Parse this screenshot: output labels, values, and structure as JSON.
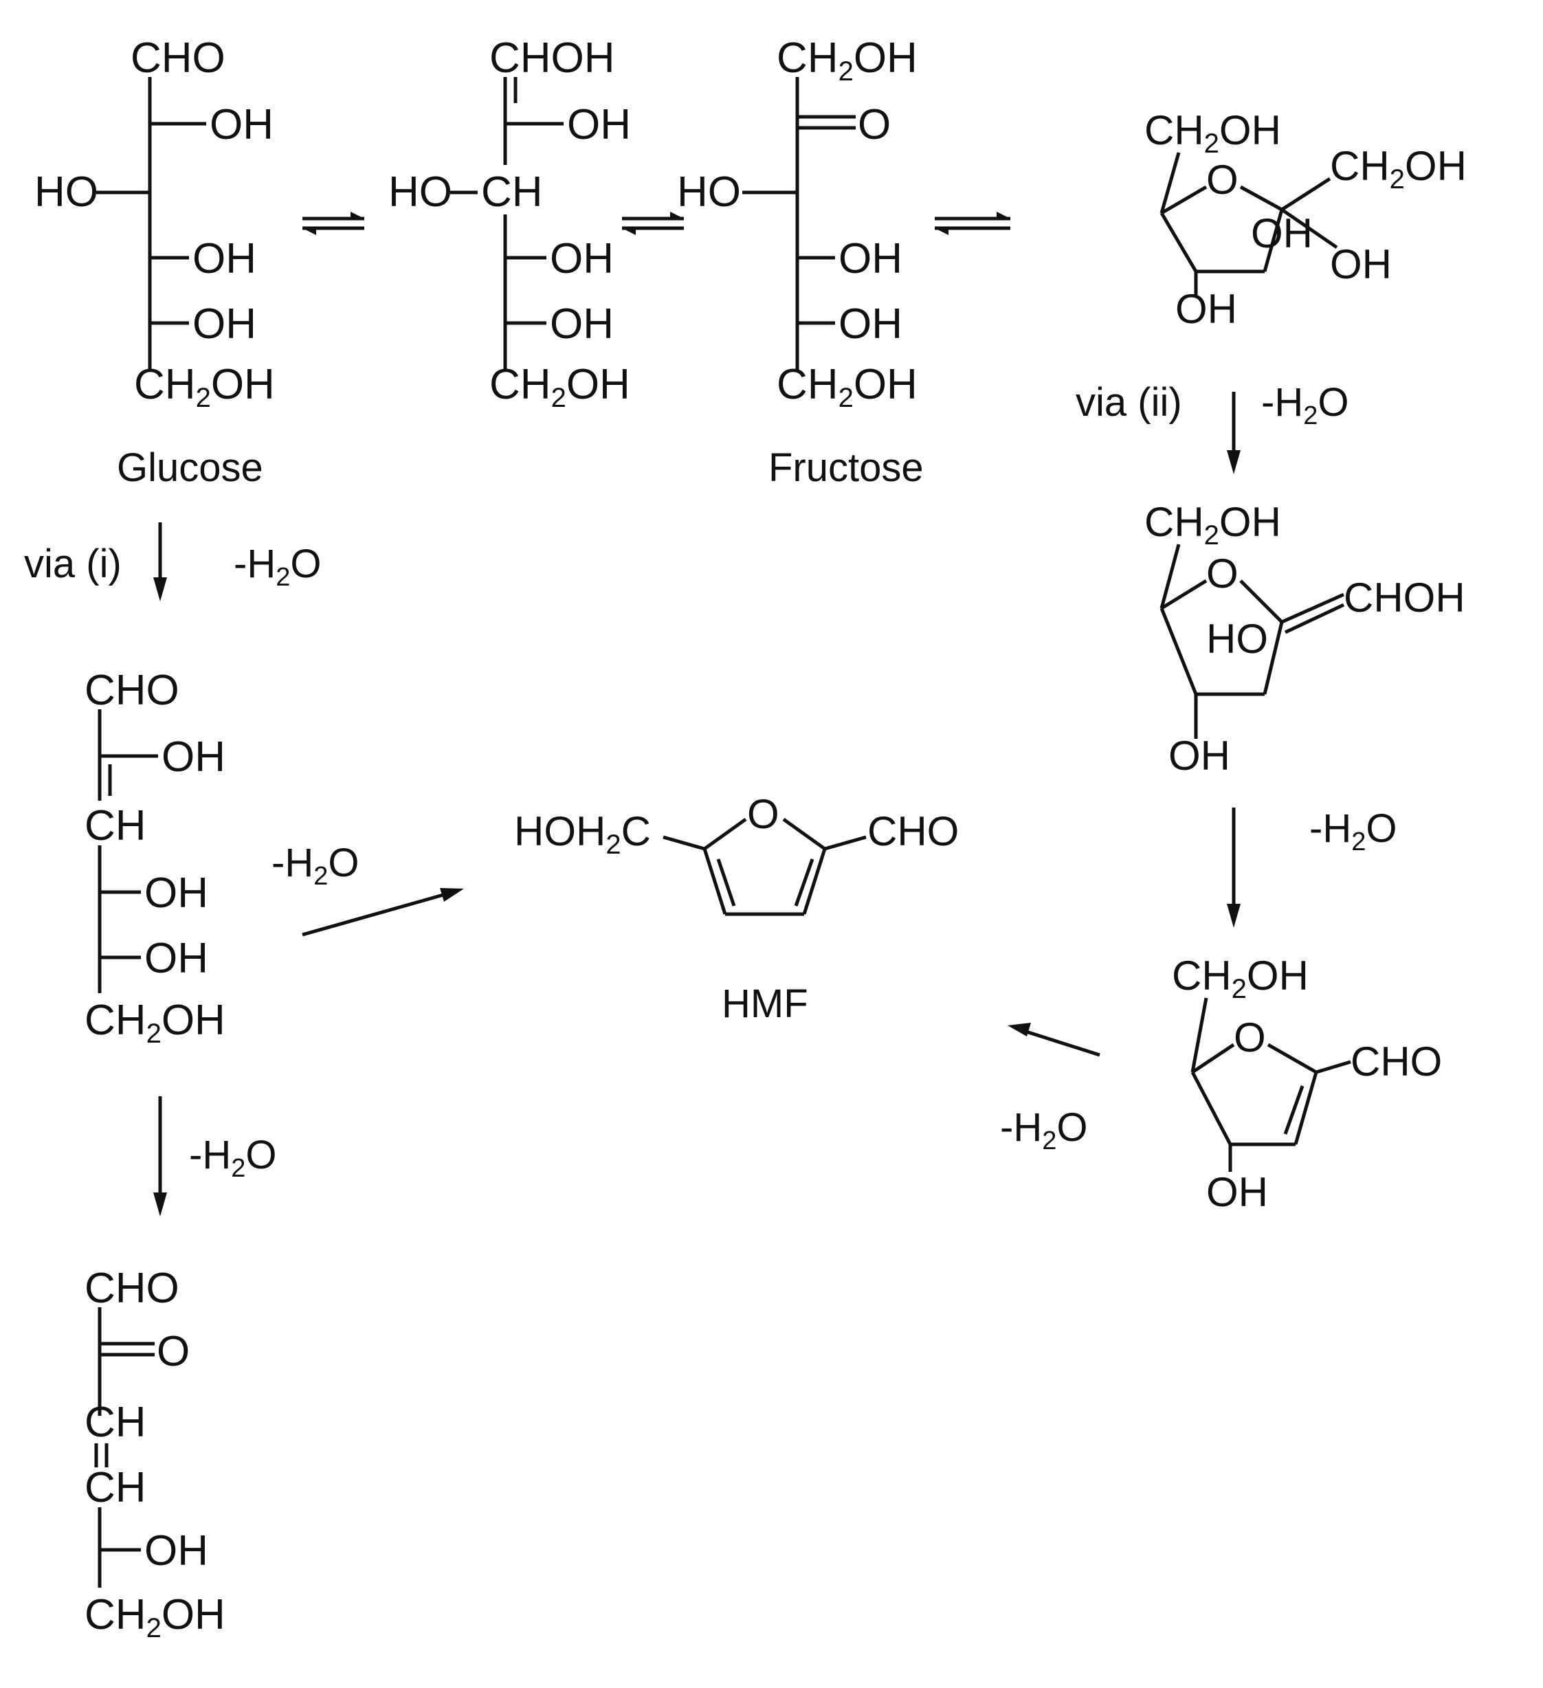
{
  "molecules": {
    "glucose": {
      "name": "Glucose",
      "labels": [
        "CHO",
        "OH",
        "HO",
        "OH",
        "OH",
        "CH",
        "2",
        "OH"
      ]
    },
    "enediol": {
      "labels": [
        "CHOH",
        "OH",
        "HO",
        "CH",
        "OH",
        "OH",
        "CH",
        "2",
        "OH"
      ]
    },
    "fructose": {
      "name": "Fructose",
      "labels": [
        "CH",
        "2",
        "OH",
        "O",
        "HO",
        "OH",
        "OH",
        "CH",
        "2",
        "OH"
      ]
    },
    "fructofuranose": {
      "labels": [
        "CH",
        "2",
        "OH",
        "O",
        "CH",
        "2",
        "OH",
        "OH",
        "OH",
        "OH"
      ]
    },
    "intermediate_ii_a": {
      "labels": [
        "CH",
        "2",
        "OH",
        "O",
        "CHOH",
        "HO",
        "OH"
      ]
    },
    "intermediate_ii_b": {
      "labels": [
        "CH",
        "2",
        "OH",
        "O",
        "CHO",
        "OH"
      ]
    },
    "intermediate_i_a": {
      "labels": [
        "CHO",
        "OH",
        "CH",
        "OH",
        "OH",
        "CH",
        "2",
        "OH"
      ]
    },
    "intermediate_i_b": {
      "labels": [
        "CHO",
        "O",
        "CH",
        "CH",
        "OH",
        "CH",
        "2",
        "OH"
      ]
    },
    "hmf": {
      "name": "HMF",
      "labels": [
        "HOH",
        "2",
        "C",
        "O",
        "CHO"
      ]
    }
  },
  "reactions": {
    "via_i": "via (i)",
    "via_ii": "via (ii)",
    "water_loss": [
      "-H",
      "2",
      "O"
    ]
  }
}
